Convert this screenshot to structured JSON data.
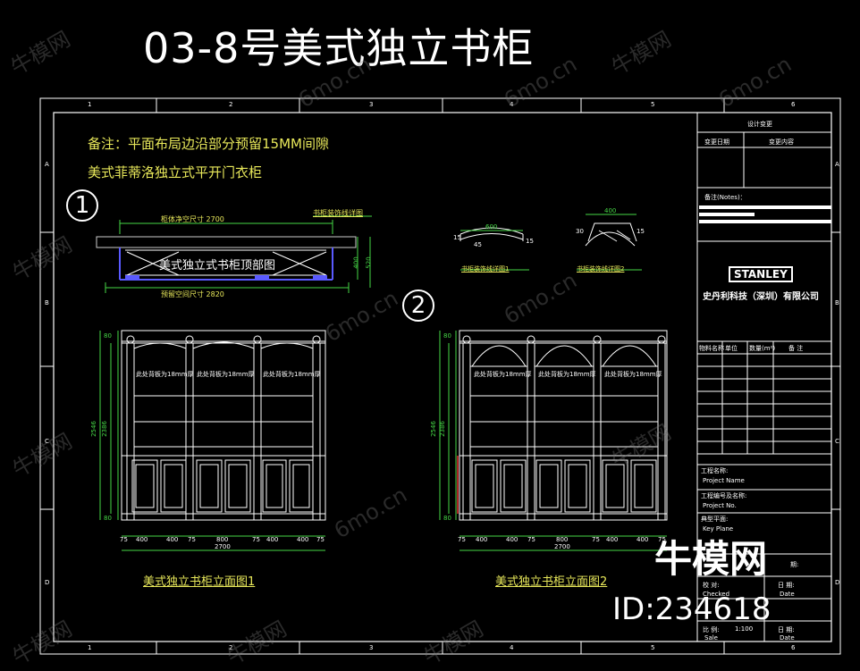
{
  "title": "03-8号美式独立书柜",
  "notes": {
    "line1": "备注：平面布局边沿部分预留15MM间隙",
    "line2": "美式菲蒂洛独立式平开门衣柜"
  },
  "grid": {
    "columns": [
      "1",
      "2",
      "3",
      "4",
      "5",
      "6"
    ],
    "rows": [
      "A",
      "B",
      "C",
      "D"
    ]
  },
  "plan": {
    "marker": "1",
    "top_dim_label": "柜体净空尺寸 2700",
    "detail_link": "书柜装饰线详图",
    "center_label": "美式独立式书柜顶部图",
    "bottom_dim_label": "预留空间尺寸 2820",
    "side_dims": [
      "400",
      "520"
    ]
  },
  "details": {
    "detail1_label": "书柜装饰线详图1",
    "detail2_label": "书柜装饰线详图2",
    "detail1_dims": [
      "600",
      "15",
      "45",
      "15"
    ],
    "detail2_dims": [
      "400",
      "30",
      "15"
    ]
  },
  "elevation1": {
    "caption": "美式独立书柜立面图1",
    "shelf_notes": [
      "此处背板为18mm厚",
      "此处背板为18mm厚",
      "此处背板为18mm厚"
    ],
    "height_dims": [
      "2546",
      "2386"
    ],
    "small_dims": [
      "80",
      "80"
    ],
    "bottom_dims": [
      "75",
      "400",
      "400",
      "75",
      "800",
      "75",
      "400",
      "400",
      "75"
    ],
    "total_width": "2700"
  },
  "elevation2": {
    "marker": "2",
    "caption": "美式独立书柜立面图2",
    "shelf_notes": [
      "此处背板为18mm厚",
      "此处背板为18mm厚",
      "此处背板为18mm厚"
    ],
    "height_dims": [
      "2546",
      "2386"
    ],
    "small_dims": [
      "80",
      "80"
    ],
    "bottom_dims": [
      "75",
      "400",
      "400",
      "75",
      "800",
      "75",
      "400",
      "400",
      "75"
    ],
    "total_width": "2700"
  },
  "title_block": {
    "design_change": "设计变更",
    "change_date": "变更日期",
    "change_content": "变更内容",
    "remarks": "备注(Notes)：",
    "brand": "STANLEY",
    "company": "史丹利科技（深圳）有限公司",
    "material_headers": [
      "物料名称",
      "单位",
      "数量(m²)",
      "备 注"
    ],
    "project_name_cn": "工程名称:",
    "project_name_en": "Project Name",
    "project_no_cn": "工程编号及名称:",
    "project_no_en": "Project No.",
    "key_plan_cn": "典型平面:",
    "key_plan_en": "Key Plane",
    "date_cn": "期:",
    "check_cn": "校   对:",
    "check_en": "Checked",
    "date2_cn": "日   期:",
    "date2_en": "Date",
    "scale_cn": "比   例:",
    "scale_value": "1:100",
    "scale_en": "Sale",
    "date3_cn": "日   期:",
    "date3_en": "Date"
  },
  "watermark": {
    "brand": "牛模网",
    "id": "ID:234618",
    "site": "6mo.cn"
  }
}
